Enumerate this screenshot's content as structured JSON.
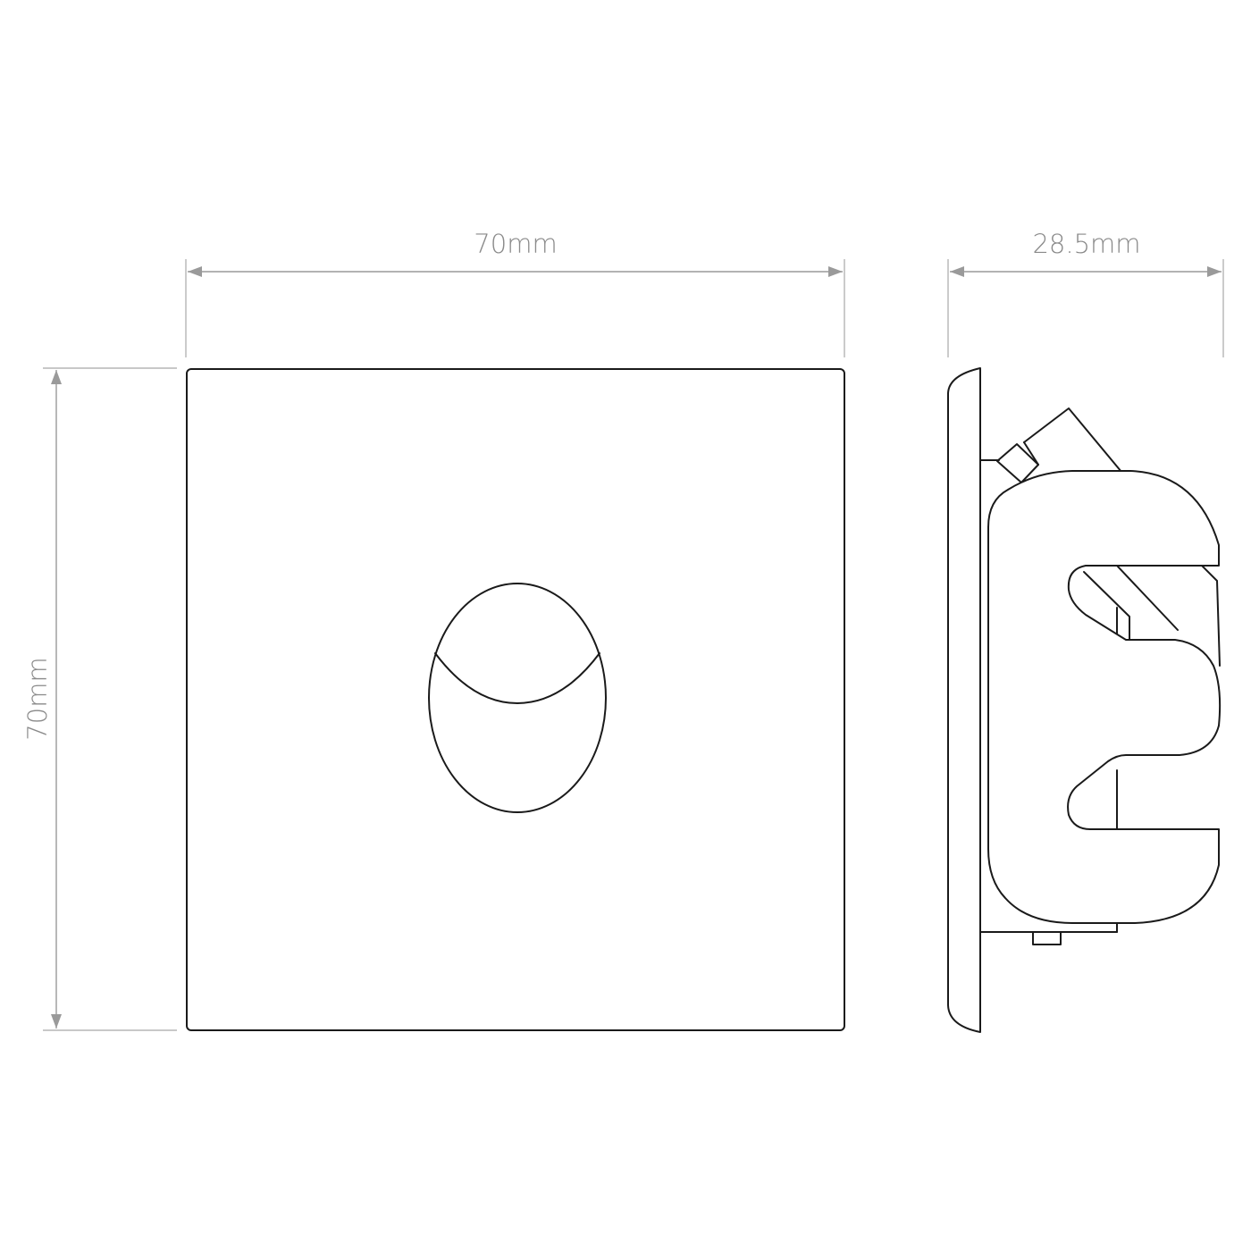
{
  "dimensions": {
    "front_width": "70mm",
    "front_height": "70mm",
    "side_depth": "28.5mm"
  },
  "colors": {
    "dimension": "#8a8a8a",
    "outline": "#1a1a1a",
    "background": "#ffffff"
  }
}
